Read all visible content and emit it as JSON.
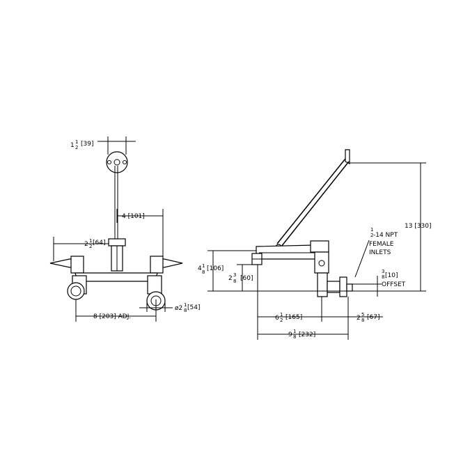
{
  "front_view": {
    "whole_15": "1",
    "frac_num_15": "1",
    "frac_den_15": "2",
    "mm_15": "[39]",
    "dim_4": "4 [101]",
    "whole_25": "2",
    "frac_num_25": "1",
    "frac_den_25": "2",
    "mm_25": "[64]",
    "dim_8": "8 [203] ADJ.",
    "dia_prefix": "ø2",
    "dia_num": "1",
    "dia_den": "8",
    "dia_mm": "[54]"
  },
  "side_view": {
    "dim_13": "13 [330]",
    "npt_num": "1",
    "npt_den": "2",
    "npt_rest": "-14 NPT",
    "npt_line2": "FEMALE",
    "npt_line3": "INLETS",
    "off_num": "3",
    "off_den": "8",
    "off_mm": "[10]",
    "off_label": "OFFSET",
    "h41_whole": "4",
    "h41_num": "1",
    "h41_den": "8",
    "h41_mm": "[106]",
    "h23_whole": "2",
    "h23_num": "3",
    "h23_den": "8",
    "h23_mm": "[60]",
    "w65_whole": "6",
    "w65_num": "1",
    "w65_den": "2",
    "w65_mm": "[165]",
    "w25_whole": "2",
    "w25_num": "5",
    "w25_den": "8",
    "w25_mm": "[67]",
    "w91_whole": "9",
    "w91_num": "1",
    "w91_den": "8",
    "w91_mm": "[232]"
  }
}
